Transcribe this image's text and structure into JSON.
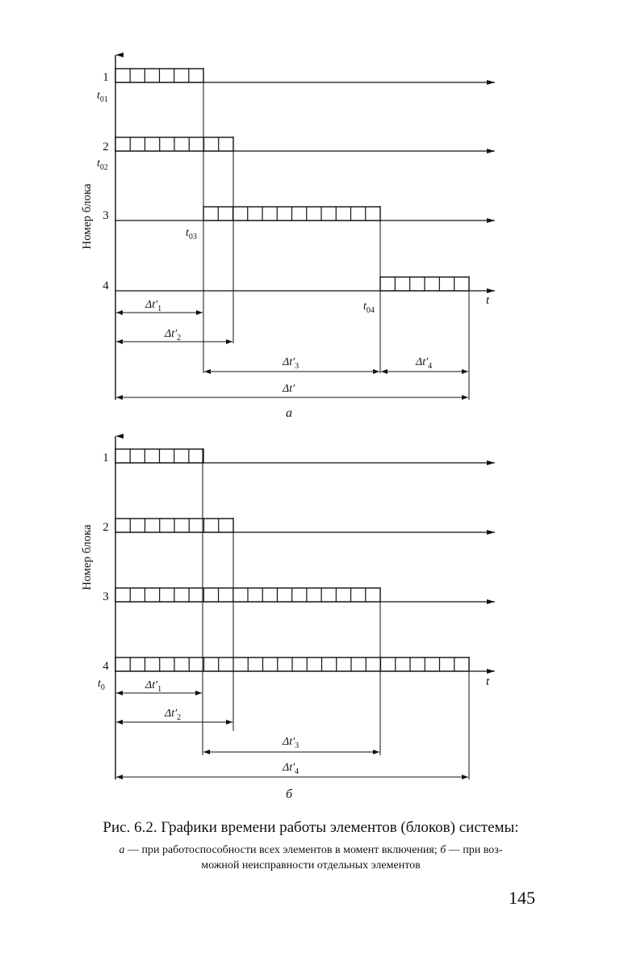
{
  "axis_label": "Номер блока",
  "time_axis_label": "t",
  "diagram_a": {
    "panel_label": "а",
    "rows": [
      {
        "number": "1",
        "start_label": "t01"
      },
      {
        "number": "2",
        "start_label": "t02"
      },
      {
        "number": "3",
        "start_label": "t03"
      },
      {
        "number": "4",
        "start_label": "t04"
      }
    ],
    "intervals": [
      "Δt′1",
      "Δt′2",
      "Δt′3",
      "Δt′4",
      "Δt′"
    ]
  },
  "diagram_b": {
    "panel_label": "б",
    "rows": [
      {
        "number": "1"
      },
      {
        "number": "2"
      },
      {
        "number": "3"
      },
      {
        "number": "4"
      }
    ],
    "start_label": "t0",
    "intervals": [
      "Δt′1",
      "Δt′2",
      "Δt′3",
      "Δt′4"
    ]
  },
  "caption": {
    "title": "Рис. 6.2. Графики времени работы элементов (блоков) системы:",
    "desc_a_letter": "а",
    "desc_a_text": " — при работоспособности всех элементов в момент включения; ",
    "desc_b_letter": "б",
    "desc_b_text_1": " — при воз-",
    "desc_b_text_2": "можной неисправности отдельных элементов"
  },
  "page_number": "145"
}
